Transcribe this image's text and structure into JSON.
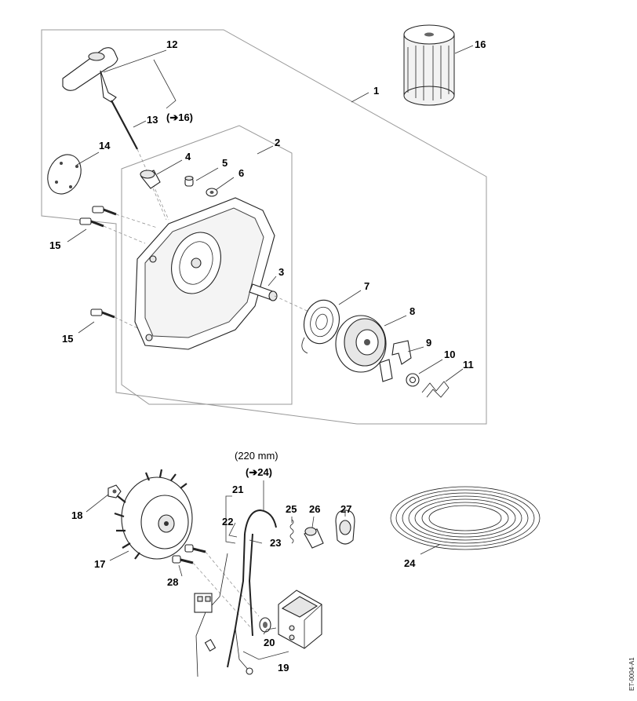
{
  "parts_upper": [
    "1",
    "2",
    "3",
    "4",
    "5",
    "6",
    "7",
    "8",
    "9",
    "10",
    "11",
    "12",
    "13",
    "14",
    "15",
    "15",
    "16"
  ],
  "parts_lower": [
    "17",
    "18",
    "19",
    "20",
    "21",
    "22",
    "23",
    "24",
    "25",
    "26",
    "27",
    "28"
  ],
  "notes": {
    "ref_12_13": "(➔16)",
    "wire_length": "(220 mm)",
    "ref_21": "(➔24)"
  },
  "drawing_code": "ET-0004-A1"
}
